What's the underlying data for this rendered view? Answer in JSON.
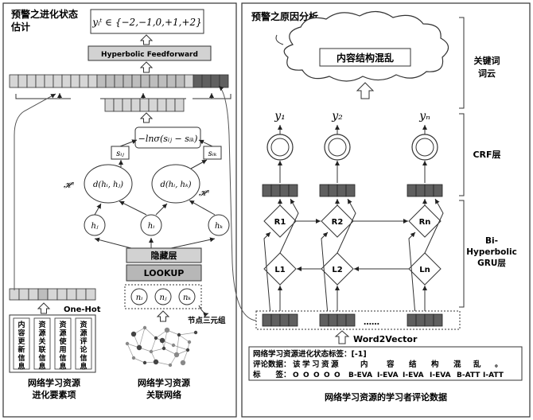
{
  "left_panel": {
    "title_line1": "预警之进化状态",
    "title_line2": "估计",
    "formula": "yᵢᵗ ∈ {−2,−1,0,+1,+2}",
    "feedforward_label": "Hyperbolic Feedforward",
    "loss_formula": "−lnσ(sᵢⱼ − sᵢₖ)",
    "s_ij": "sᵢⱼ",
    "s_ik": "sᵢₖ",
    "d_ij": "d(hᵢ, hⱼ)",
    "d_ik": "d(hᵢ, hₖ)",
    "hyper_left": "𝓗ⁿ",
    "hyper_right": "𝓗ⁿ",
    "h_j": "hⱼ",
    "h_i": "hᵢ",
    "h_k": "hₖ",
    "hidden_layer": "隐藏层",
    "lookup": "LOOKUP",
    "n_i": "nᵢ",
    "n_j": "nⱼ",
    "n_k": "nₖ",
    "triplet_label": "节点三元组",
    "one_hot": "One-Hot",
    "element_items": [
      "内容更新信息",
      "资源关联信息",
      "资源使用信息",
      "资源评论信息"
    ],
    "caption_elements_1": "网络学习资源",
    "caption_elements_2": "进化要素项",
    "caption_network_1": "网络学习资源",
    "caption_network_2": "关联网络"
  },
  "right_panel": {
    "title": "预警之原因分析",
    "cloud_text": "内容结构混乱",
    "side_label_cloud_1": "关键词",
    "side_label_cloud_2": "词云",
    "y1": "y₁",
    "y2": "y₂",
    "yn": "yₙ",
    "crf_label": "CRF层",
    "gru_label_1": "Bi-",
    "gru_label_2": "Hyperbolic",
    "gru_label_3": "GRU层",
    "r1": "R1",
    "r2": "R2",
    "rn": "Rn",
    "l1": "L1",
    "l2": "L2",
    "ln": "Ln",
    "dots": "……",
    "word2vector": "Word2Vector",
    "label_line": "网络学习资源进化状态标签：[-1]",
    "review_prefix": "评论数据：",
    "review_chars": [
      "该",
      "学",
      "习",
      "资",
      "源",
      "内",
      "容",
      "结",
      "构",
      "混",
      "乱",
      "。"
    ],
    "tag_prefix": "标　　签：",
    "tags": [
      "O",
      "O",
      "O",
      "O",
      "O",
      "B-EVA",
      "I-EVA",
      "I-EVA",
      "I-EVA",
      "B-ATT",
      "I-ATT"
    ],
    "caption": "网络学习资源的学习者评论数据"
  },
  "colors": {
    "dark_cell": "#5f5f5f",
    "light_cell": "#d6d6d6",
    "mid_cell": "#bdbdbd"
  }
}
